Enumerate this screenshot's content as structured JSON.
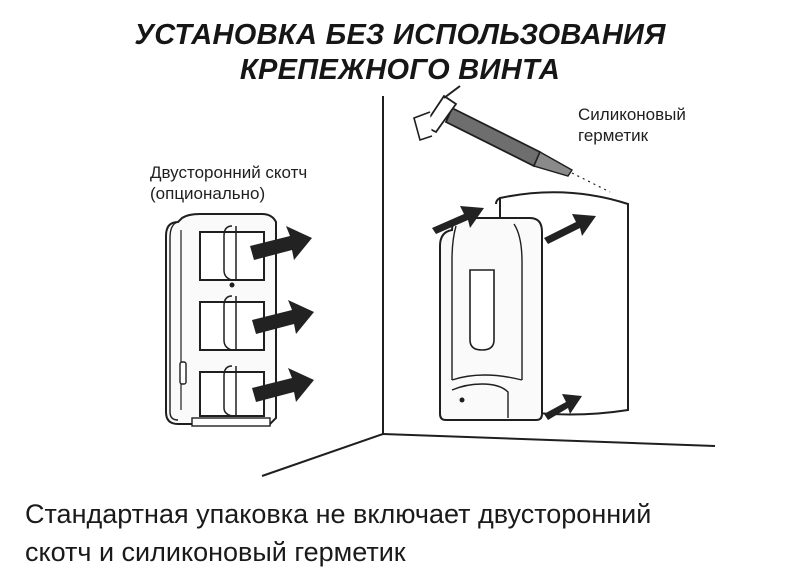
{
  "title": {
    "line1": "УСТАНОВКА БЕЗ ИСПОЛЬЗОВАНИЯ",
    "line2": "КРЕПЕЖНОГО ВИНТА"
  },
  "labels": {
    "tape": {
      "line1": "Двусторонний скотч",
      "line2": "(опционально)"
    },
    "sealant": {
      "line1": "Силиконовый",
      "line2": "герметик"
    }
  },
  "note": {
    "line1": "Стандартная упаковка не включает двусторонний",
    "line2": "скотч и силиконовый герметик"
  },
  "colors": {
    "ink": "#1a1a1a",
    "arrow": "#222222",
    "sealant_gun": "#6e6e6e",
    "paper": "#ffffff"
  },
  "icons": {
    "dispenser_back": "dispenser-back-icon",
    "dispenser_front": "dispenser-front-icon",
    "sealant_gun": "caulking-gun-icon",
    "tape_pad": "tape-pad-icon",
    "arrow": "arrow-icon"
  }
}
